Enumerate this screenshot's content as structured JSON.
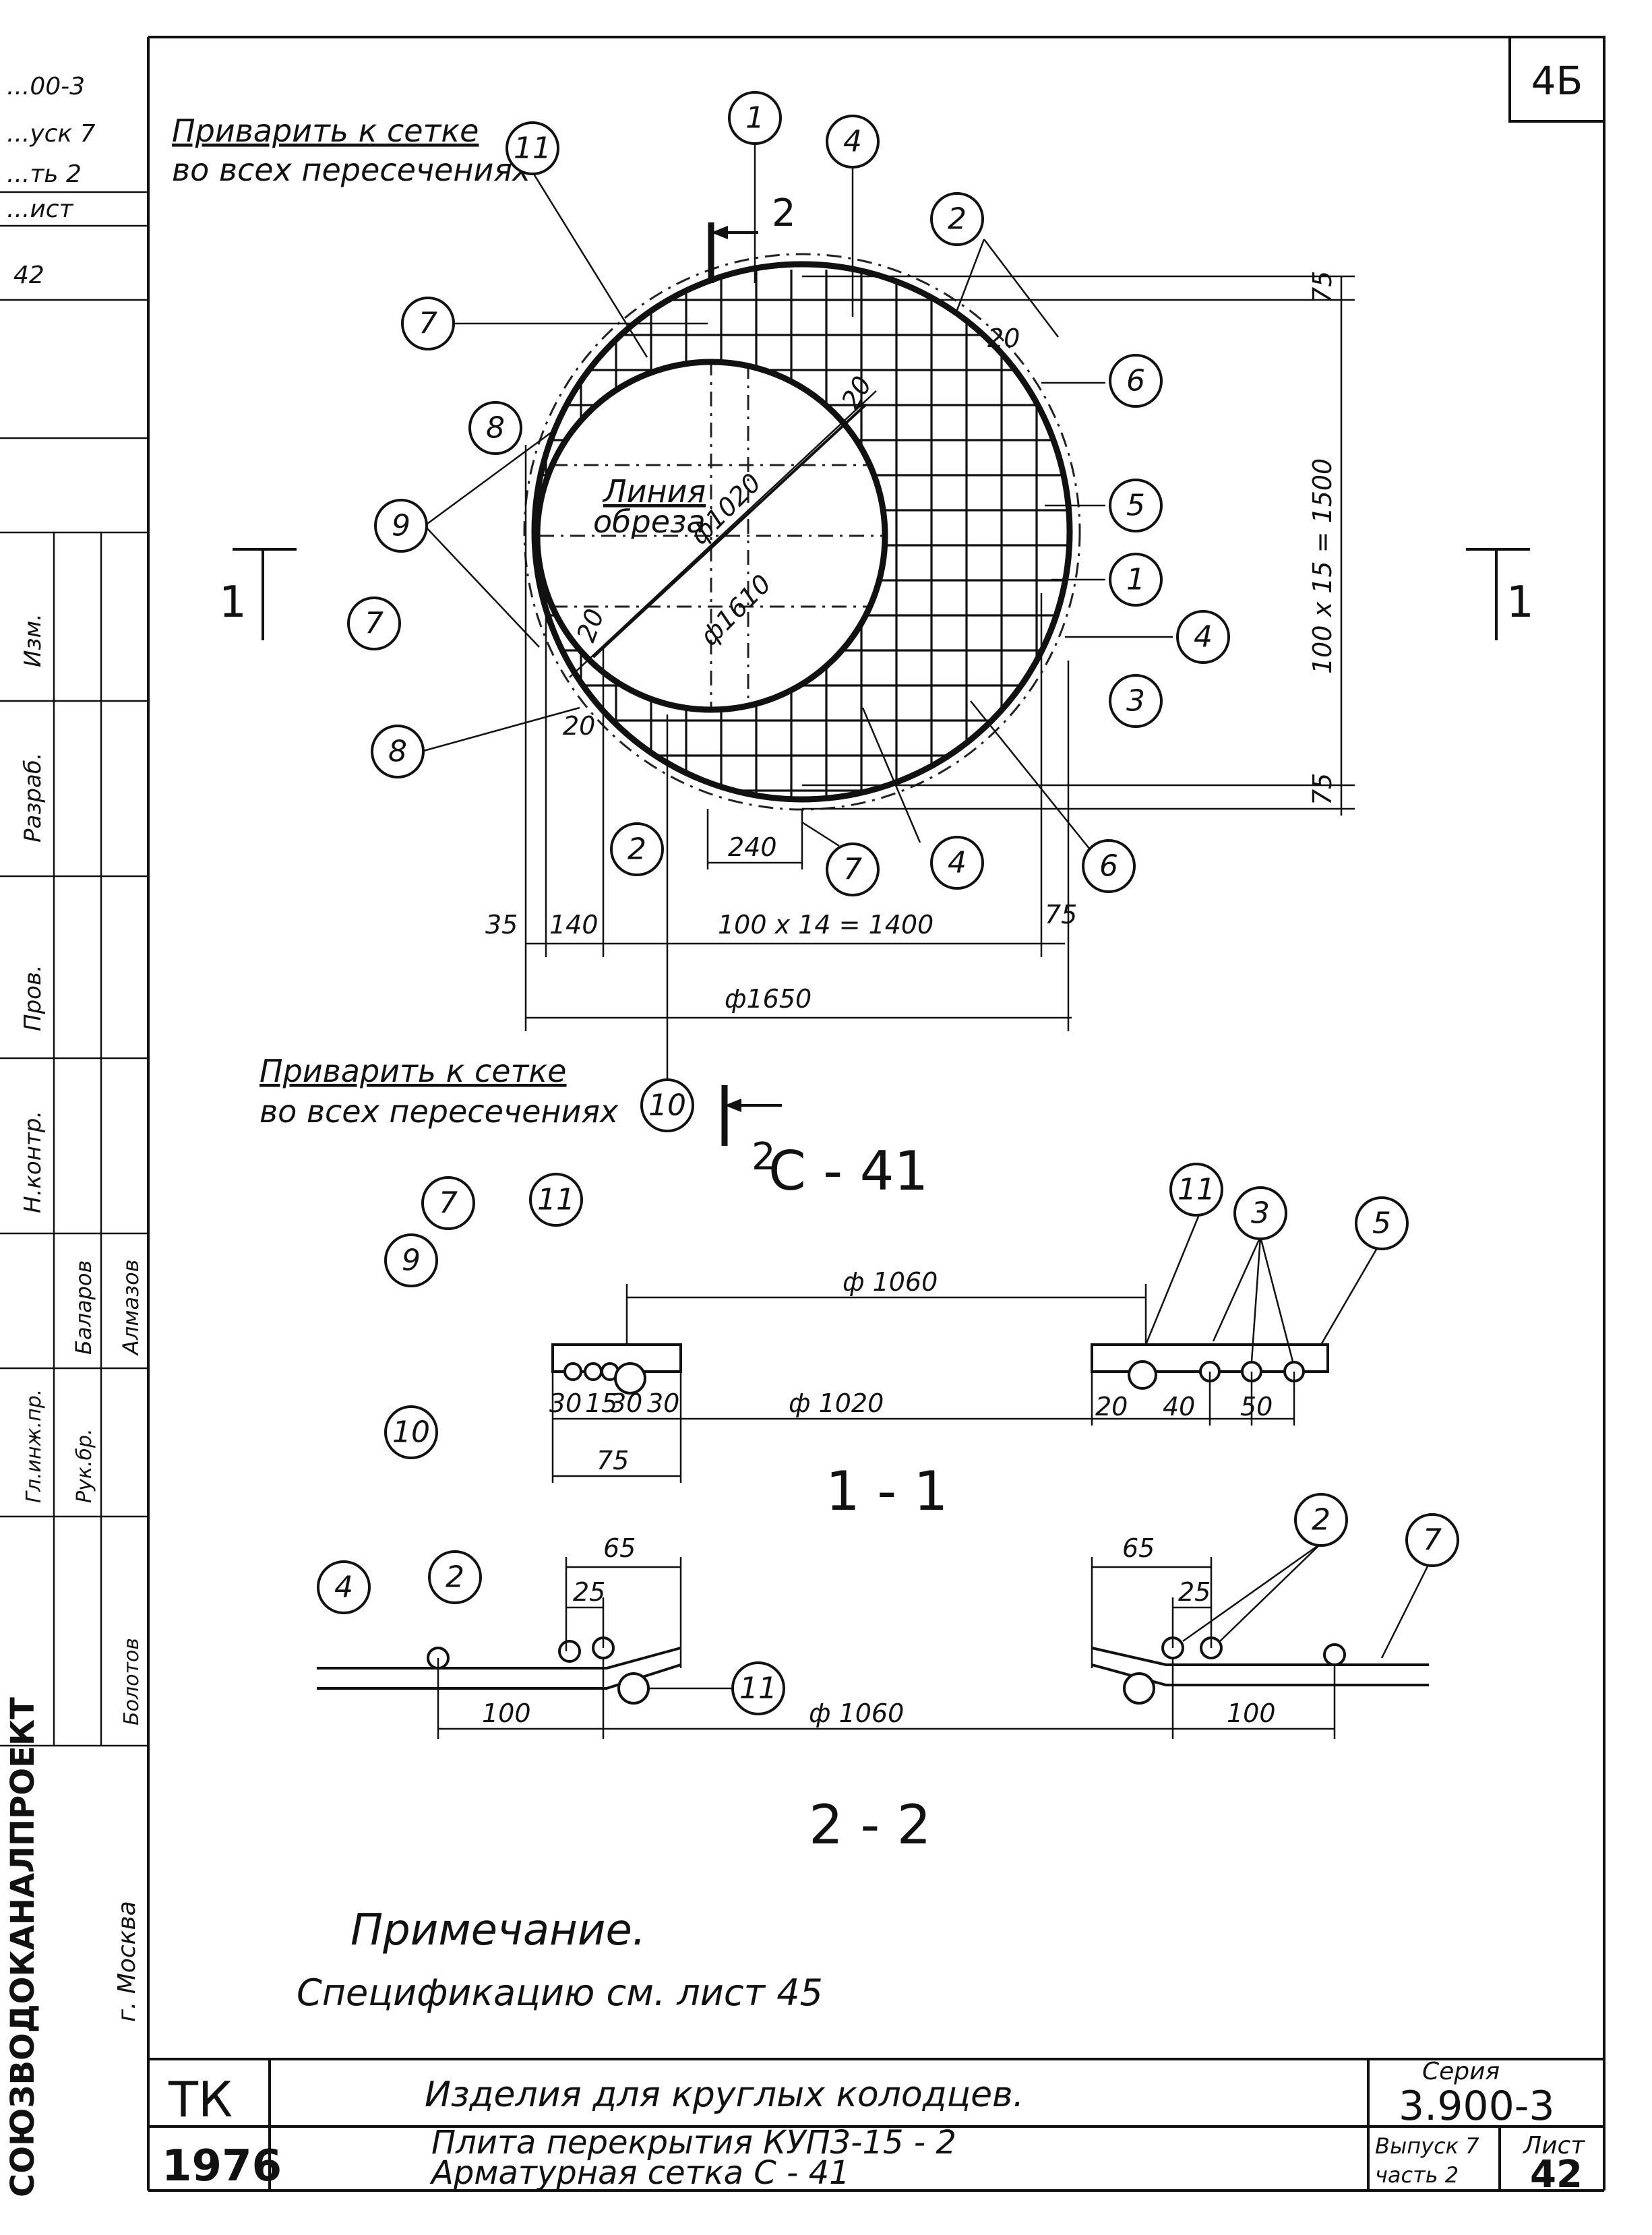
{
  "sheet": {
    "corner_label": "4Б",
    "top_left_stub": [
      "...00-3",
      "...уск 7",
      "...ть 2",
      "...ист",
      "42"
    ]
  },
  "notes": {
    "weld_top_line1": "Приварить к сетке",
    "weld_top_line2": "во всех пересечениях",
    "weld_bottom_line1": "Приварить к сетке",
    "weld_bottom_line2": "во всех пересечениях",
    "cut_line1": "Линия",
    "cut_line2": "обреза",
    "remark_title": "Примечание.",
    "remark_text": "Спецификацию см. лист 45"
  },
  "views": {
    "plan": "С - 41",
    "section_1": "1 - 1",
    "section_2": "2 - 2",
    "mark_1_left": "1",
    "mark_1_right": "1",
    "mark_2_top": "2",
    "mark_2_bottom": "2"
  },
  "dimensions": {
    "grid_v": "100 x 15 = 1500",
    "grid_h": "100 x 14 = 1400",
    "d1650": "ф1650",
    "d1610": "ф1610",
    "d1020": "ф1020",
    "d240": "240",
    "d35": "35",
    "d140": "140",
    "d75": "75",
    "d75_top": "75",
    "d75_bottom": "75",
    "d20_a": "20",
    "d20_b": "20",
    "d20_c": "20",
    "d20_d": "20",
    "s1_d1060": "ф 1060",
    "s1_d1020": "ф 1020",
    "s1_30a": "30",
    "s1_15": "15",
    "s1_30b": "30",
    "s1_30c": "30",
    "s1_75": "75",
    "s1_20": "20",
    "s1_40": "40",
    "s1_50": "50",
    "s2_65_left": "65",
    "s2_25_left": "25",
    "s2_65_right": "65",
    "s2_25_right": "25",
    "s2_100_left": "100",
    "s2_1060": "ф 1060",
    "s2_100_right": "100"
  },
  "callouts": {
    "plan": [
      "1",
      "4",
      "2",
      "11",
      "7",
      "6",
      "8",
      "9",
      "5",
      "1",
      "4",
      "7",
      "3",
      "8",
      "2",
      "7",
      "4",
      "6",
      "10"
    ],
    "legend": [
      "7",
      "11",
      "9",
      "10",
      "4",
      "2"
    ],
    "section_1": [
      "11",
      "3",
      "5"
    ],
    "section_2": [
      "2",
      "7",
      "11"
    ]
  },
  "side_stamp": {
    "labels": [
      "Изм.",
      "Разраб.",
      "Пров.",
      "Н.контр.",
      "Гл.инж.пр.",
      "Рук.бр."
    ],
    "names": [
      "Баларов",
      "Алмазов",
      "Болотов"
    ],
    "org": "СОЮЗВОДОКАНАЛПРОЕКТ",
    "city": "г. Москва"
  },
  "title_block": {
    "org_code": "ТК",
    "year": "1976",
    "title": "Изделия для круглых колодцев.",
    "subtitle_line1": "Плита перекрытия КУП3-15 - 2",
    "subtitle_line2": "Арматурная сетка С - 41",
    "series_label": "Серия",
    "series_value": "3.900-3",
    "issue_label": "Выпуск 7",
    "part_label": "часть 2",
    "sheet_label": "Лист",
    "sheet_value": "42"
  }
}
